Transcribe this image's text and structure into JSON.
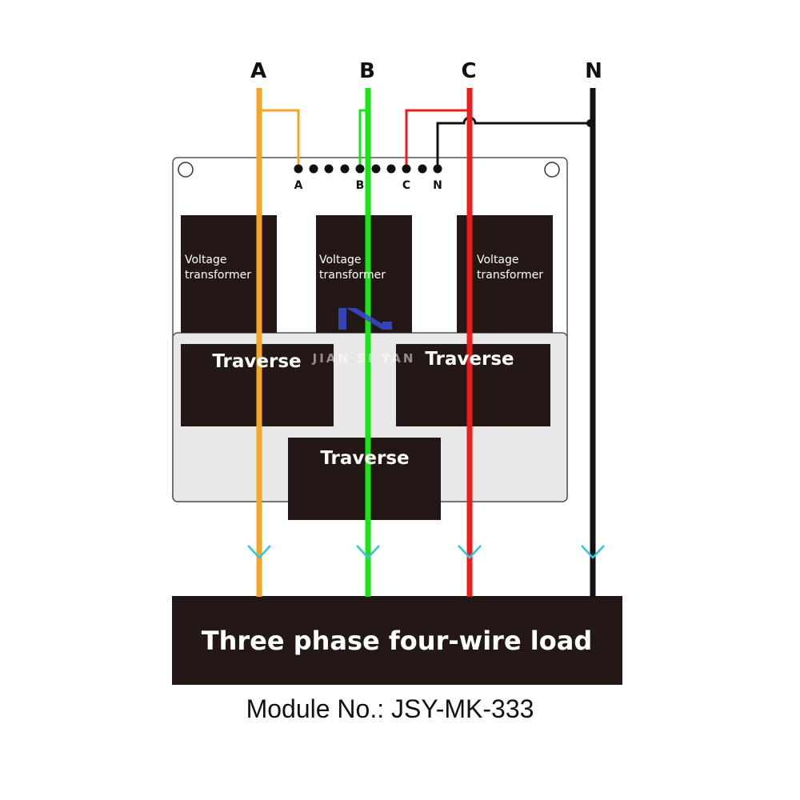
{
  "phases": {
    "a": {
      "label": "A",
      "color": "#f5a623"
    },
    "b": {
      "label": "B",
      "color": "#19e619"
    },
    "c": {
      "label": "C",
      "color": "#ee1c1c"
    },
    "n": {
      "label": "N",
      "color": "#111111"
    }
  },
  "terminals": {
    "a": "A",
    "b": "B",
    "c": "C",
    "n": "N"
  },
  "voltage_transformers": [
    {
      "line1": "Voltage",
      "line2": "transformer"
    },
    {
      "line1": "Voltage",
      "line2": "transformer"
    },
    {
      "line1": "Voltage",
      "line2": "transformer"
    }
  ],
  "traverses": [
    "Traverse",
    "Traverse",
    "Traverse"
  ],
  "load": {
    "label": "Three phase four-wire load"
  },
  "watermark": {
    "text": "JIAN SI YAN",
    "color": "#3a4bd4"
  },
  "caption": "Module No.: JSY-MK-333",
  "colors": {
    "board": "#e8e8e8",
    "block": "#231815",
    "arrow": "#33c4e0"
  }
}
